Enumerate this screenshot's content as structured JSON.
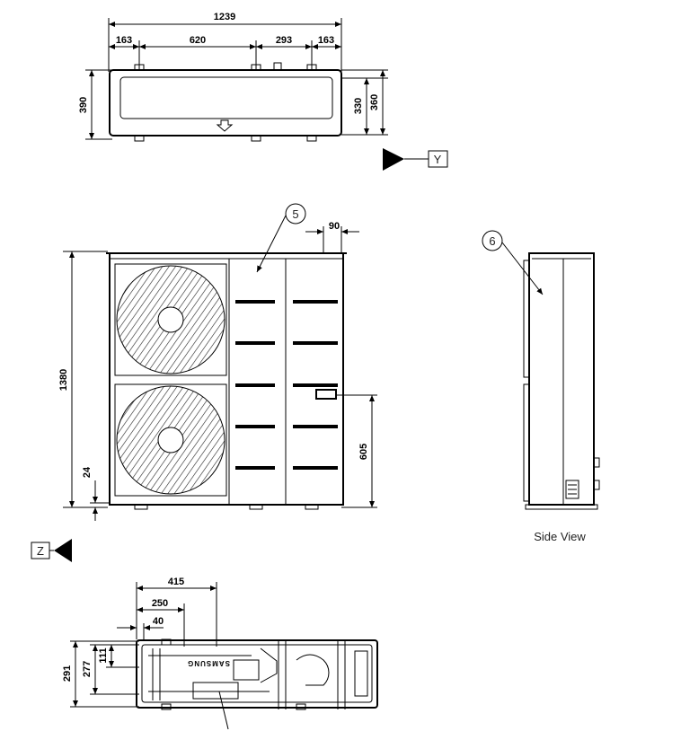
{
  "top_view": {
    "overall_width": "1239",
    "segment_1": "163",
    "segment_2": "620",
    "segment_3": "293",
    "segment_4": "163",
    "depth_total": "390",
    "depth_inner": "330",
    "depth_outer": "360"
  },
  "view_markers": {
    "y": "Y",
    "z": "Z"
  },
  "front_view": {
    "height": "1380",
    "base_offset": "24",
    "pipe_height": "605",
    "pipe_offset": "90",
    "callout": "5"
  },
  "side_view": {
    "callout": "6",
    "caption": "Side View"
  },
  "base_view": {
    "dim_415": "415",
    "dim_250": "250",
    "dim_40": "40",
    "dim_291": "291",
    "dim_277": "277",
    "dim_111": "111",
    "brand_text": "SAMSUNG"
  }
}
